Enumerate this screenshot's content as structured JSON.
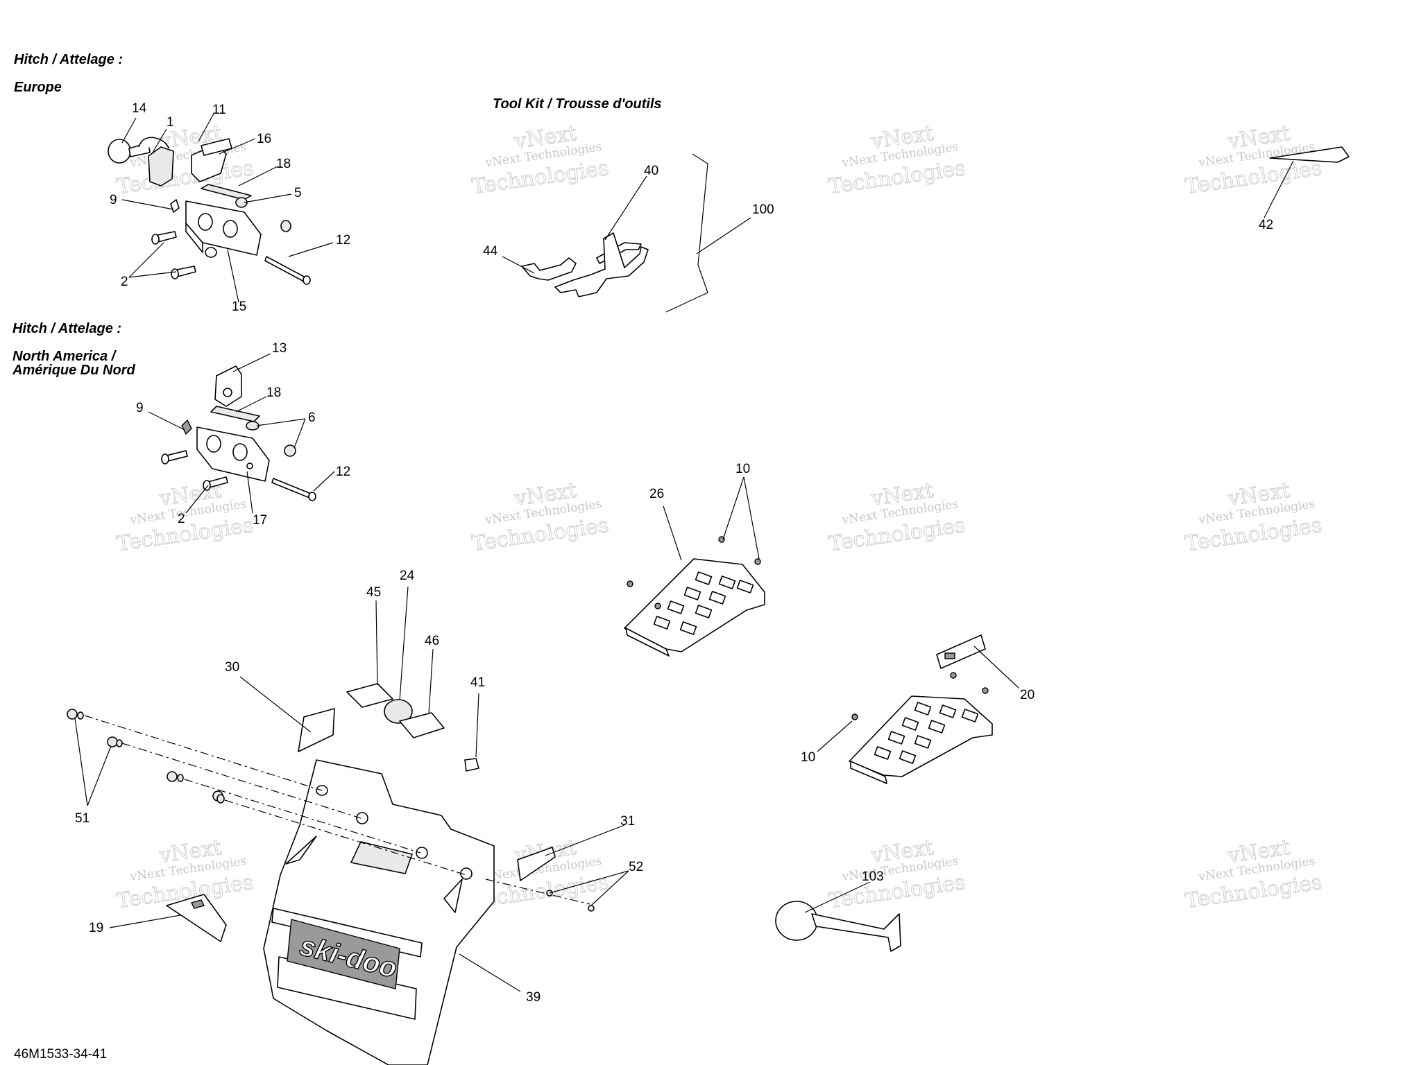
{
  "sections": {
    "hitch_europe": "Hitch / Attelage :",
    "europe": "Europe",
    "tool_kit": "Tool Kit / Trousse d'outils",
    "hitch_na": "Hitch / Attelage :",
    "north_america_1": "North America /",
    "north_america_2": "Amérique Du Nord"
  },
  "diagram_code": "46M1533-34-41",
  "watermark": {
    "line1": "vNext Technologies",
    "line2a": "vNext",
    "line2b": "Technologies"
  },
  "brand_logo": "ski-doo",
  "callouts": {
    "c14": "14",
    "c1": "1",
    "c11": "11",
    "c16": "16",
    "c18a": "18",
    "c9a": "9",
    "c5": "5",
    "c12a": "12",
    "c2a": "2",
    "c15": "15",
    "c40": "40",
    "c100": "100",
    "c44": "44",
    "c42": "42",
    "c13": "13",
    "c18b": "18",
    "c9b": "9",
    "c6": "6",
    "c12b": "12",
    "c2b": "2",
    "c17": "17",
    "c10a": "10",
    "c26": "26",
    "c24": "24",
    "c45": "45",
    "c46": "46",
    "c30": "30",
    "c41": "41",
    "c20": "20",
    "c10b": "10",
    "c51": "51",
    "c31": "31",
    "c52": "52",
    "c103": "103",
    "c19": "19",
    "c39": "39"
  }
}
